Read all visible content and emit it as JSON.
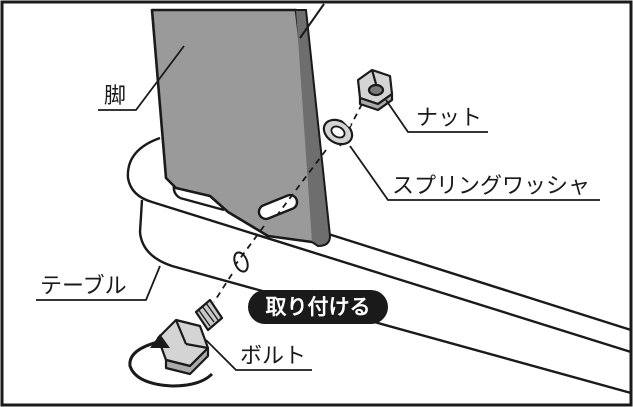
{
  "labels": {
    "leg": "脚",
    "nut": "ナット",
    "spring_washer": "スプリングワッシャ",
    "table": "テーブル",
    "bolt": "ボルト"
  },
  "instruction": "取り付ける",
  "colors": {
    "line": "#1a1a1a",
    "leg_fill": "#9a9a9a",
    "metal_light": "#d4d4d4",
    "metal_mid": "#aaaaaa",
    "pill_bg": "#1a1a1a",
    "pill_text": "#ffffff"
  }
}
